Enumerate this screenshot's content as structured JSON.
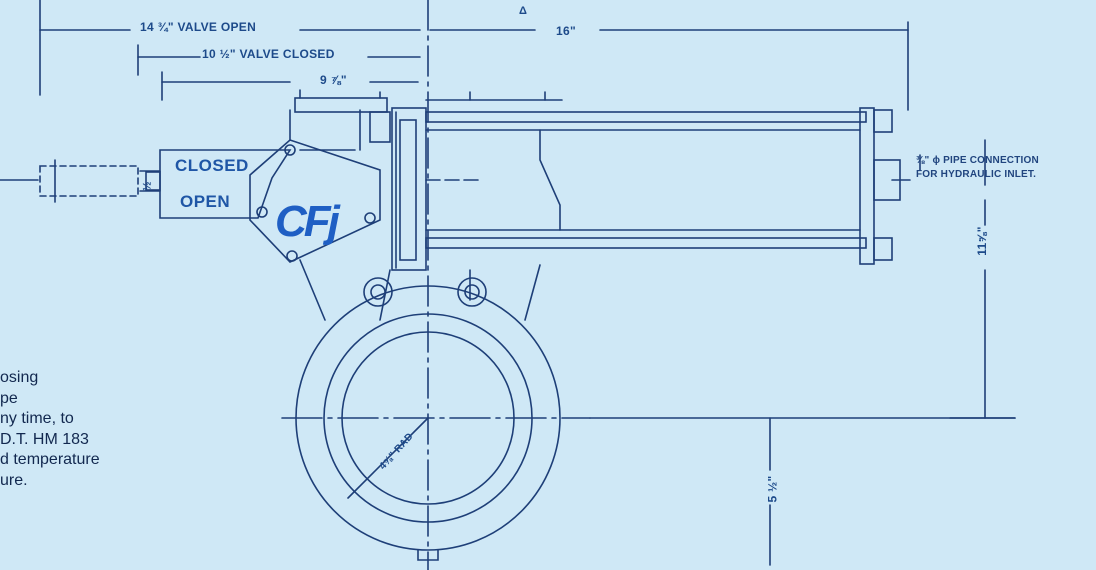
{
  "colors": {
    "background": "#cfe8f6",
    "line": "#1e3f78",
    "logo": "#1f5fc4",
    "text": "#12284f"
  },
  "dimensions": {
    "valve_open": "14 ¾\" VALVE OPEN",
    "valve_closed": "10 ½\" VALVE CLOSED",
    "nine": "9 ⅞\"",
    "sixteen": "16\"",
    "eleven": "11⅝\"",
    "five": "5 ½\"",
    "radius": "4⅝\" RAD",
    "delta": "Δ"
  },
  "labels": {
    "closed": "CLOSED",
    "open": "OPEN",
    "pipe_line1": "⅜\" ϕ PIPE CONNECTION",
    "pipe_line2": "FOR HYDRAULIC INLET.",
    "small_dim": "½"
  },
  "logo": {
    "text": "CFj"
  },
  "body_text": [
    "osing",
    "pe",
    "ny time, to",
    "D.T. HM 183",
    "d temperature",
    "ure."
  ]
}
